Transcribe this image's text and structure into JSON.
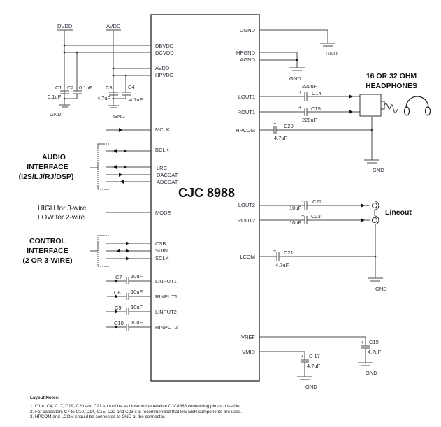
{
  "chip": {
    "name": "CJC 8988"
  },
  "power": {
    "dvdd": "DVDD",
    "avdd": "AVDD",
    "gnd": "GND"
  },
  "pins_left": [
    "DBVDD",
    "DCVDD",
    "AVDD",
    "HPVDD",
    "MCLK",
    "BCLK",
    "LRC",
    "DACDAT",
    "ADCDAT",
    "MODE",
    "CSB",
    "SDIN",
    "SCLK",
    "LINPUT1",
    "RINPUT1",
    "LINPUT2",
    "RINPUT2"
  ],
  "pins_right": [
    "DGND",
    "HPGND",
    "AGND",
    "LOUT1",
    "ROUT1",
    "HPCOM",
    "LOUT2",
    "ROUT2",
    "LCOM",
    "VREF",
    "VMID"
  ],
  "capacitors": {
    "c1": {
      "name": "C1",
      "value": "0.1uF"
    },
    "c2": {
      "name": "C2",
      "value": "0.1uF"
    },
    "c3": {
      "name": "C3",
      "value": "4.7uF"
    },
    "c4": {
      "name": "C4",
      "value": "4.7uF"
    },
    "c7": {
      "name": "C7",
      "value": "10uF"
    },
    "c8": {
      "name": "C8",
      "value": "10uF"
    },
    "c9": {
      "name": "C9",
      "value": "10uF"
    },
    "c10": {
      "name": "C10",
      "value": "10uF"
    },
    "c14": {
      "name": "C14",
      "value": "220uF"
    },
    "c15": {
      "name": "C15",
      "value": "220uF"
    },
    "c17": {
      "name": "C 17",
      "value": "4.7uF"
    },
    "c19": {
      "name": "C19",
      "value": "4.7uF"
    },
    "c20": {
      "name": "C20",
      "value": "4.7uF"
    },
    "c21": {
      "name": "C21",
      "value": "4.7uF"
    },
    "c22": {
      "name": "C22",
      "value": "10uF"
    },
    "c23": {
      "name": "C23",
      "value": "10uF"
    }
  },
  "labels": {
    "audio_interface": [
      "AUDIO",
      "INTERFACE",
      "(I2S/LJ/RJ/DSP)"
    ],
    "mode": [
      "HIGH for 3-wire",
      "LOW for 2-wire"
    ],
    "control_interface": [
      "CONTROL",
      "INTERFACE",
      "(2 OR 3-WIRE)"
    ],
    "headphones": [
      "16 OR 32 OHM",
      "HEADPHONES"
    ],
    "lineout": "Lineout",
    "plus": "+"
  },
  "notes": {
    "heading": "Layout Notes:",
    "items": [
      "1. C1 to C4, C17, C19, C20 and C21 should be as close to the relative CJC8988 connecting pin as possible.",
      "2. For capacitors C7 to C10, C14, C15, C22 and C23 it is recommended that low ESR components are used.",
      "3. HPCOM and LCOM should be connected to GND at the connector."
    ]
  }
}
